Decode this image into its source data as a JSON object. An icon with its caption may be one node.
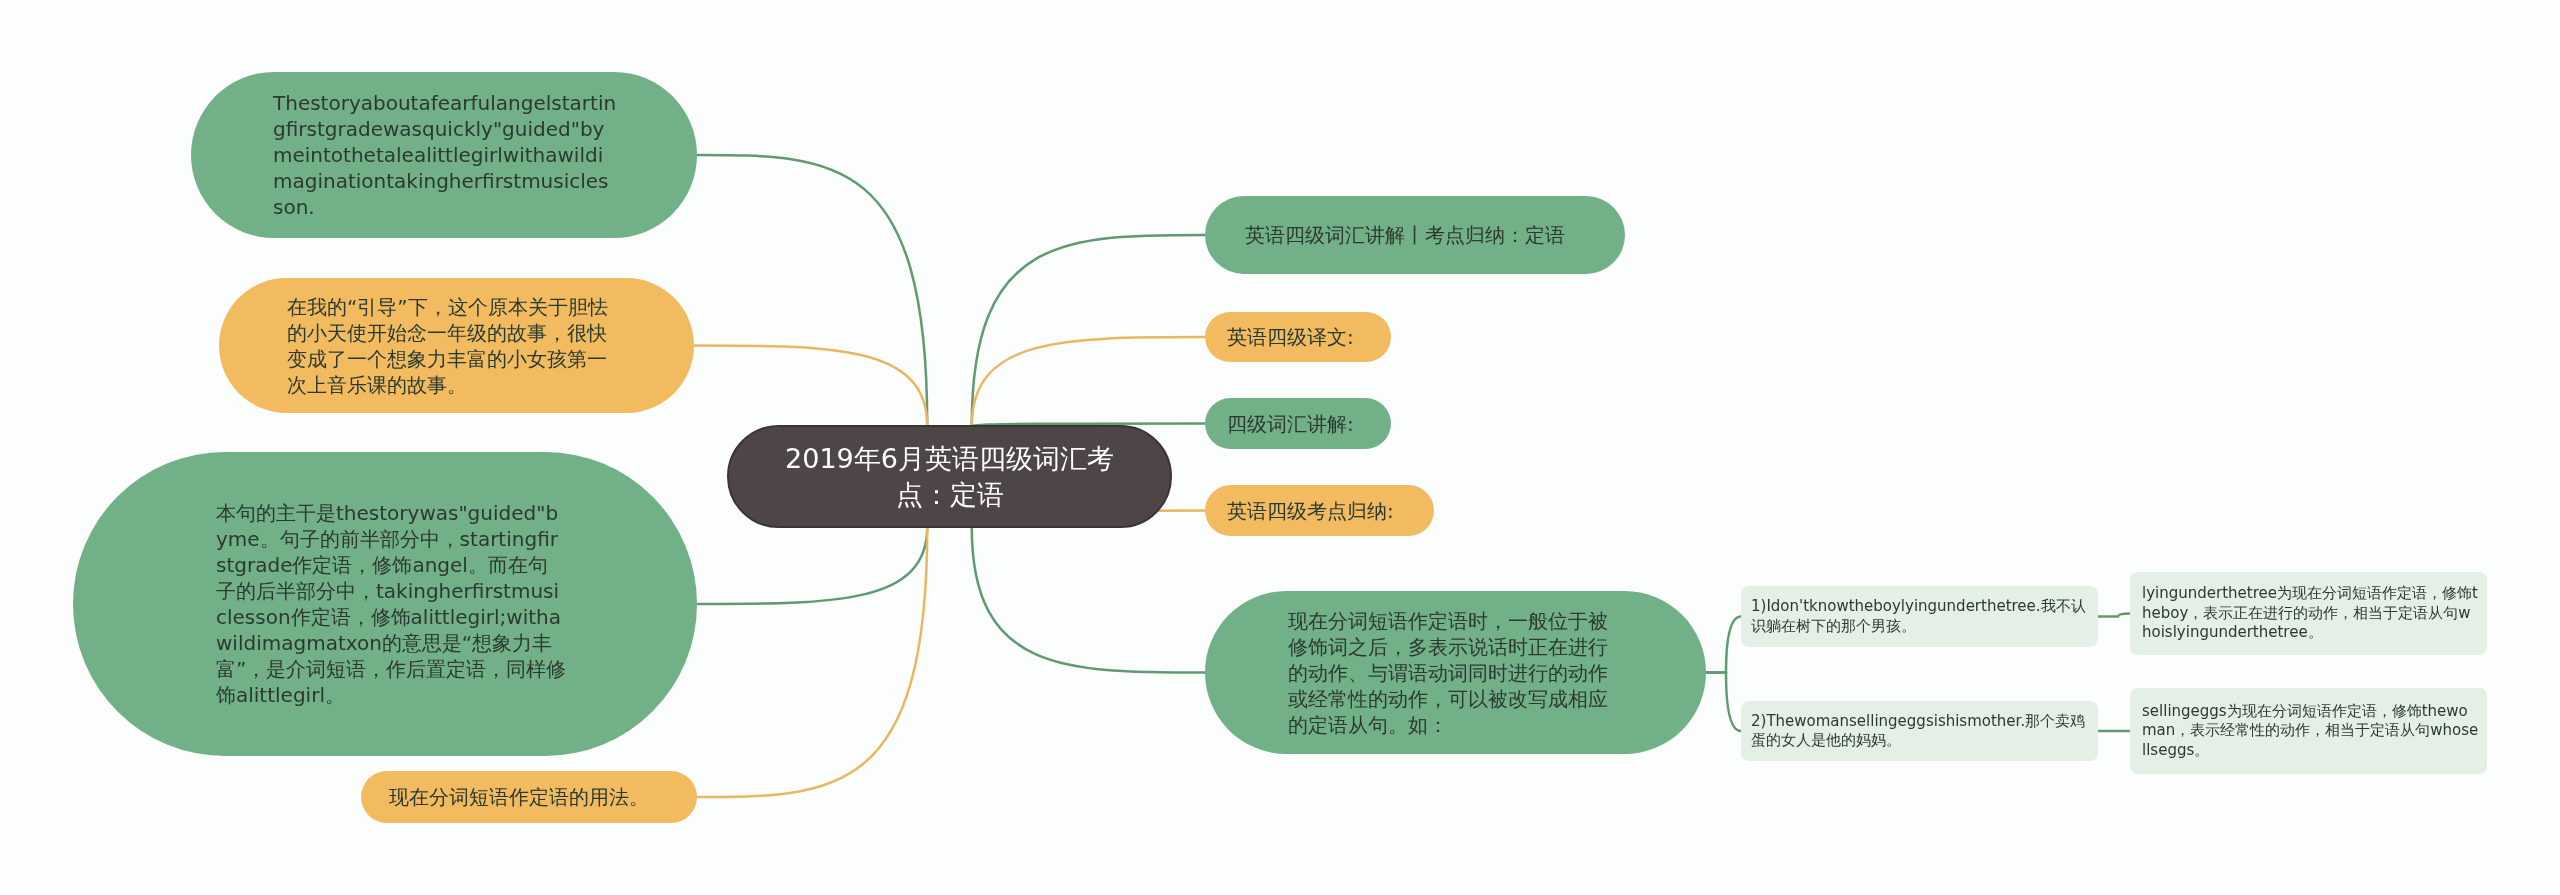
{
  "diagram": {
    "nodes": [
      {
        "text": [
          "2019年6月英语四级词汇考点：定语"
        ]
      },
      {
        "text": [
          "Thestoryaboutafearfulangelstartingfirstgradewasquickly\"guided\"bymeintothetalealittlegirlwithawildimaginationtakingherfirstmusiclesson."
        ]
      },
      {
        "text": [
          "在我的“引导”下，这个原本关于胆怯的小天使开始念一年级的故事，很快变成了一个想象力丰富的小女孩第一次上音乐课的故事。"
        ]
      },
      {
        "text": [
          "本句的主干是thestorywas\"guided\"byme。句子的前半部分中，startingfirstgrade作定语，修饰angel。而在句子的后半部分中，takingherfirstmusiclesson作定语，修饰alittlegirl;withawildimagmatxon的意思是“想象力丰富”，是介词短语，作后置定语，同样修饰alittlegirl。"
        ]
      },
      {
        "text": [
          "现在分词短语作定语的用法。"
        ]
      },
      {
        "text": [
          "英语四级词汇讲解丨考点归纳：定语"
        ]
      },
      {
        "text": [
          "英语四级译文:"
        ]
      },
      {
        "text": [
          "四级词汇讲解:"
        ]
      },
      {
        "text": [
          "英语四级考点归纳:"
        ]
      },
      {
        "text": [
          "现在分词短语作定语时，一般位于被修饰词之后，多表示说话时正在进行的动作、与谓语动词同时进行的动作或经常性的动作，可以被改写成相应的定语从句。如："
        ]
      },
      {
        "text": [
          "1)Idon'tknowtheboylyingunderthetree.我不认识躺在树下的那个男孩。"
        ]
      },
      {
        "text": [
          "2)Thewomansellingeggsishismother.那个卖鸡蛋的女人是他的妈妈。"
        ]
      },
      {
        "text": [
          "lyingunderthetree为现在分词短语作定语，修饰theboy，表示正在进行的动作，相当于定语从句whoislyingunderthetree。"
        ]
      },
      {
        "text": [
          "sellingeggs为现在分词短语作定语，修饰thewoman，表示经常性的动作，相当于定语从句whosellseggs。"
        ]
      }
    ],
    "edges": [
      {
        "from": 0,
        "to": 1,
        "arrow": "none"
      },
      {
        "from": 0,
        "to": 2,
        "arrow": "none",
        "color": "#eab660"
      },
      {
        "from": 0,
        "to": 3,
        "arrow": "none"
      },
      {
        "from": 0,
        "to": 4,
        "arrow": "none",
        "color": "#eab660"
      },
      {
        "from": 0,
        "to": 5,
        "arrow": "none"
      },
      {
        "from": 0,
        "to": 6,
        "arrow": "none",
        "color": "#eab660"
      },
      {
        "from": 0,
        "to": 7,
        "arrow": "none"
      },
      {
        "from": 0,
        "to": 8,
        "arrow": "none",
        "color": "#eab660"
      },
      {
        "from": 0,
        "to": 9,
        "arrow": "none"
      },
      {
        "from": 9,
        "to": 10,
        "arrow": "none"
      },
      {
        "from": 9,
        "to": 11,
        "arrow": "none"
      },
      {
        "from": 10,
        "to": 12,
        "arrow": "none"
      },
      {
        "from": 11,
        "to": 13,
        "arrow": "none"
      }
    ]
  }
}
